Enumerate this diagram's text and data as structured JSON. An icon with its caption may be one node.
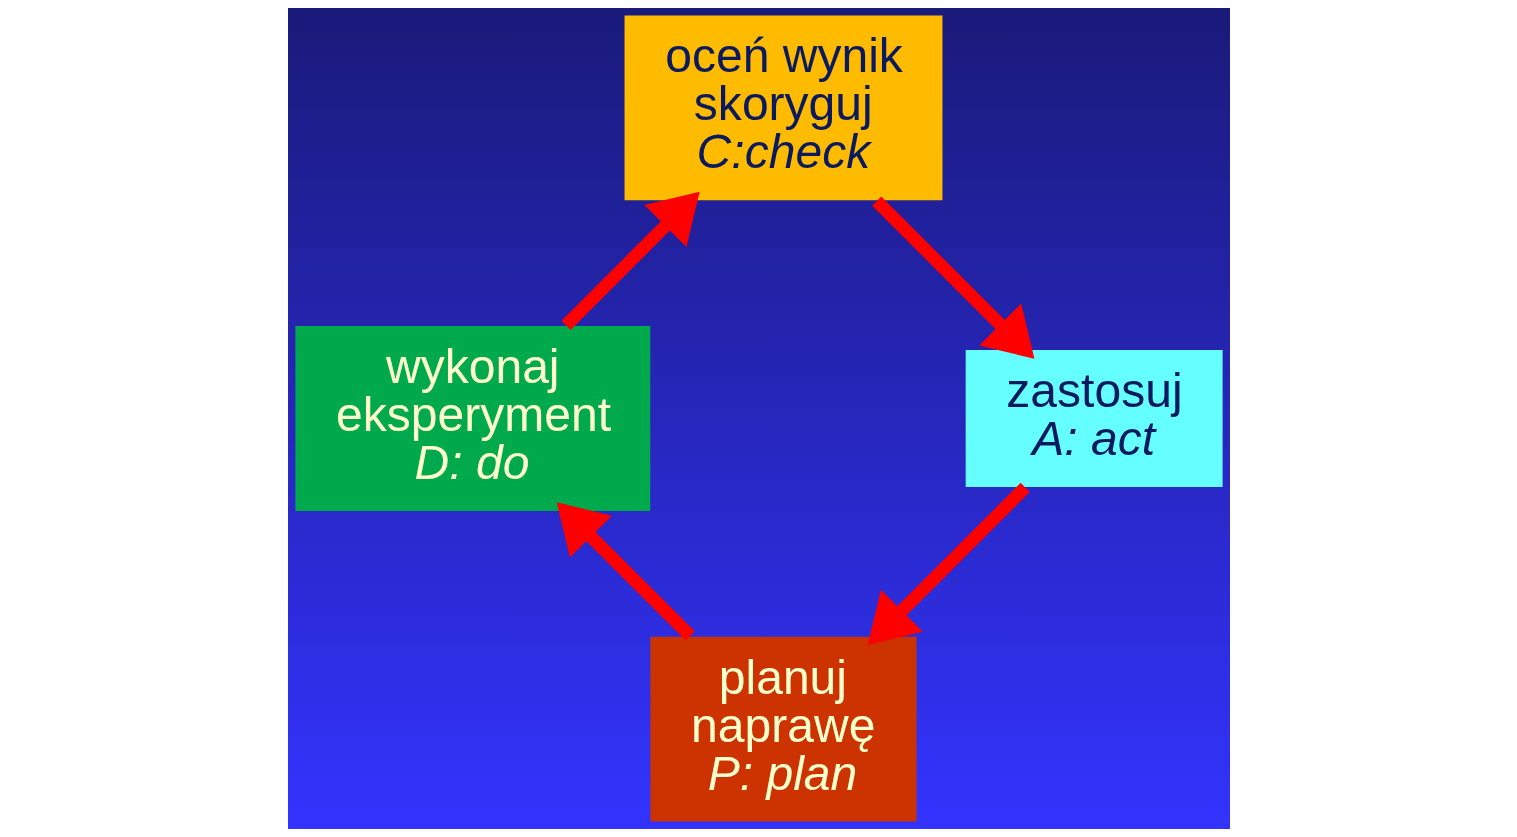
{
  "diagram": {
    "nodes": [
      {
        "text": [
          "planuj naprawę",
          "P: plan"
        ]
      },
      {
        "text": [
          "wykonaj eksperyment",
          "D: do"
        ]
      },
      {
        "text": [
          "oceń wynik skoryguj",
          "C:check"
        ]
      },
      {
        "text": [
          "zastosuj",
          "A: act"
        ]
      }
    ],
    "edges": [
      {
        "from": 0,
        "to": 1,
        "arrow": "to"
      },
      {
        "from": 1,
        "to": 2,
        "arrow": "to"
      },
      {
        "from": 2,
        "to": 3,
        "arrow": "to"
      },
      {
        "from": 3,
        "to": 0,
        "arrow": "to"
      }
    ]
  }
}
